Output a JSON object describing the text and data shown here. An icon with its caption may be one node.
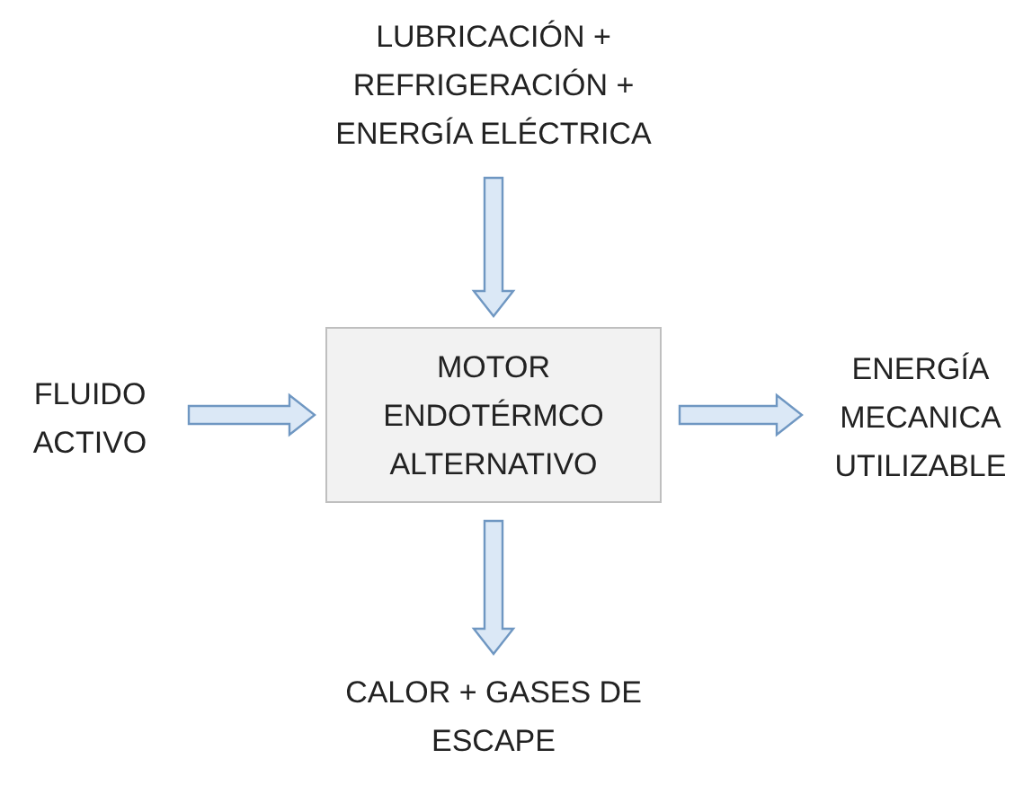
{
  "diagram": {
    "nodes": [
      {
        "text": [
          "LUBRICACIÓN + REFRIGERACIÓN + ENERGÍA ELÉCTRICA"
        ]
      },
      {
        "text": [
          "MOTOR ENDOTÉRMCO ALTERNATIVO"
        ]
      },
      {
        "text": [
          "FLUIDO ACTIVO"
        ]
      },
      {
        "text": [
          "ENERGÍA MECANICA UTILIZABLE"
        ]
      },
      {
        "text": [
          "CALOR + GASES DE ESCAPE"
        ]
      }
    ],
    "edges": [
      {
        "from": 0,
        "to": 1,
        "arrow": "to"
      },
      {
        "from": 2,
        "to": 1,
        "arrow": "to"
      },
      {
        "from": 1,
        "to": 3,
        "arrow": "to"
      },
      {
        "from": 1,
        "to": 4,
        "arrow": "to"
      }
    ]
  }
}
